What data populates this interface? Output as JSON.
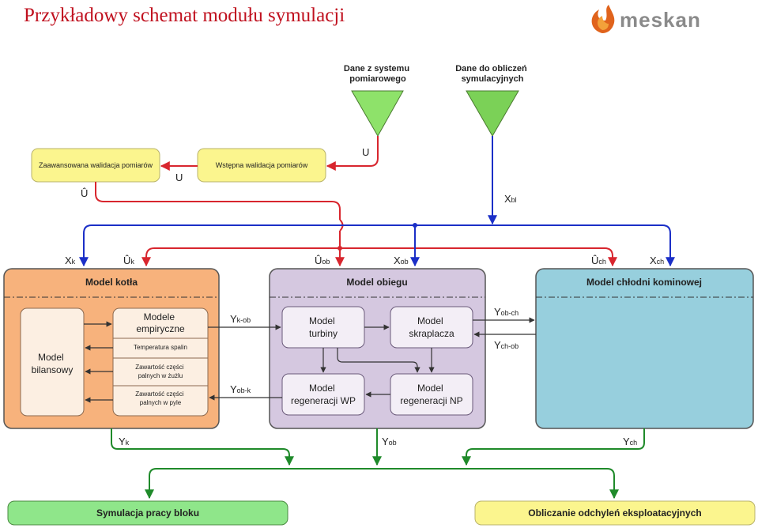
{
  "title": "Przykładowy schemat modułu symulacji",
  "logo": {
    "text": "meskan",
    "icon": "flame-swirl-icon"
  },
  "colors": {
    "title": "#c0111f",
    "red_line": "#d8262e",
    "blue_line": "#1b2fc7",
    "green_line": "#1f8a2a",
    "kotla_fill": "#f7b27c",
    "obiegu_fill": "#d5c8e0",
    "chlodni_fill": "#97cfdd",
    "yellow_fill": "#fbf58e",
    "green_fill": "#8fe68a",
    "triangle_fill": "#8ee26a"
  },
  "sources": {
    "measurement": {
      "line1": "Dane z systemu",
      "line2": "pomiarowego"
    },
    "calculation": {
      "line1": "Dane do obliczeń",
      "line2": "symulacyjnych"
    }
  },
  "validation": {
    "advanced": "Zaawansowana walidacja pomiarów",
    "initial": "Wstępna walidacja pomiarów"
  },
  "signals": {
    "u_top": "U",
    "u_mid": "U",
    "u_hat": "Û",
    "xbl_main": "X",
    "xbl_sub": "bl",
    "xk_main": "X",
    "xk_sub": "k",
    "uk_main": "Û",
    "uk_sub": "k",
    "uob_main": "Û",
    "uob_sub": "ob",
    "xob_main": "X",
    "xob_sub": "ob",
    "uch_main": "Û",
    "uch_sub": "ch",
    "xch_main": "X",
    "xch_sub": "ch",
    "ykob_main": "Y",
    "ykob_sub": "k-ob",
    "yobk_main": "Y",
    "yobk_sub": "ob-k",
    "yobch_main": "Y",
    "yobch_sub": "ob-ch",
    "ychob_main": "Y",
    "ychob_sub": "ch-ob",
    "yk_main": "Y",
    "yk_sub": "k",
    "yob_main": "Y",
    "yob_sub": "ob",
    "ych_main": "Y",
    "ych_sub": "ch"
  },
  "models": {
    "kotla": {
      "title": "Model kotła",
      "bilansowy": {
        "line1": "Model",
        "line2": "bilansowy"
      },
      "empiryczne": {
        "line1": "Modele",
        "line2": "empiryczne"
      },
      "sub1": "Temperatura spalin",
      "sub2": {
        "line1": "Zawartość części",
        "line2": "palnych w żużlu"
      },
      "sub3": {
        "line1": "Zawartość części",
        "line2": "palnych w pyle"
      }
    },
    "obiegu": {
      "title": "Model obiegu",
      "turbiny": {
        "line1": "Model",
        "line2": "turbiny"
      },
      "skraplacza": {
        "line1": "Model",
        "line2": "skraplacza"
      },
      "wp": {
        "line1": "Model",
        "line2": "regeneracji WP"
      },
      "np": {
        "line1": "Model",
        "line2": "regeneracji NP"
      }
    },
    "chlodni": {
      "title": "Model chłodni kominowej"
    }
  },
  "outputs": {
    "simulation": "Symulacja pracy bloku",
    "deviation": "Obliczanie odchyleń eksploatacyjnych"
  }
}
